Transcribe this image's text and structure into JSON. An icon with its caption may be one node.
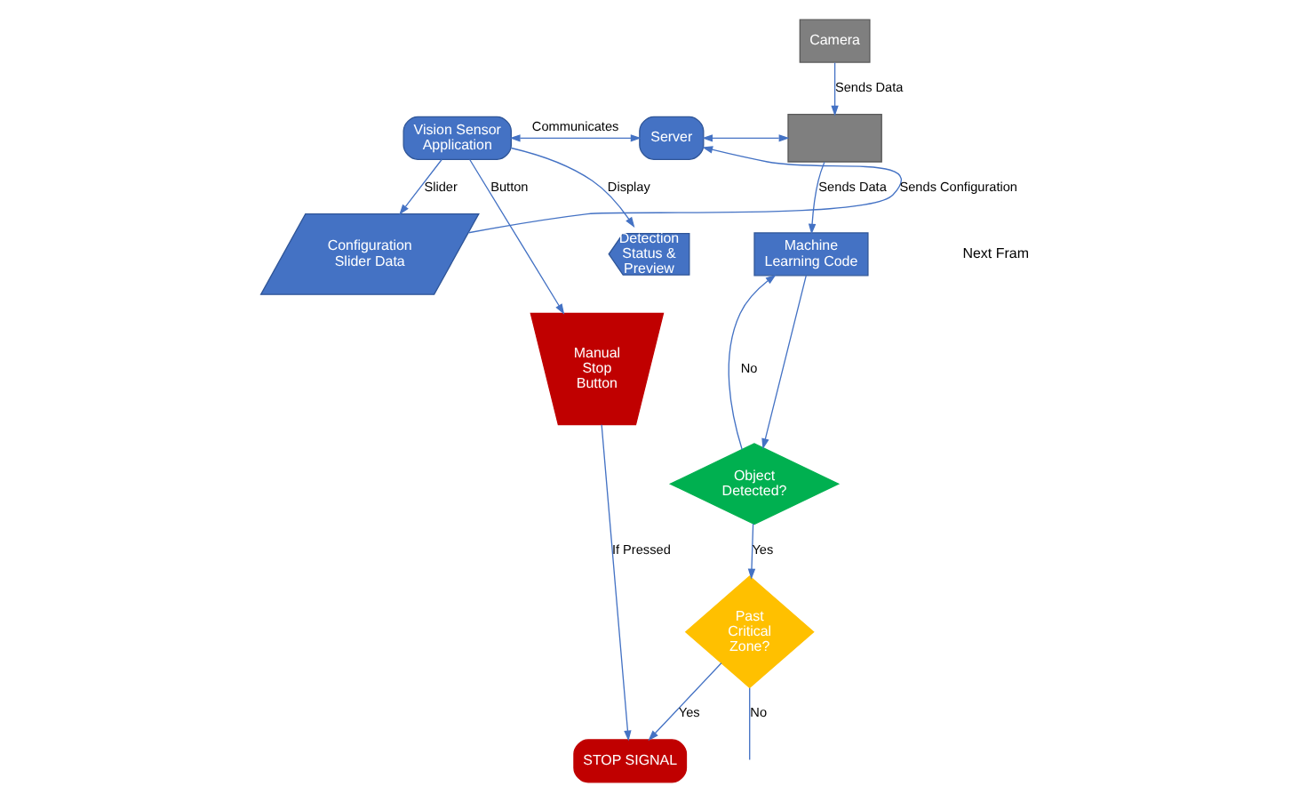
{
  "diagram": {
    "nodes": [
      {
        "text": [
          "Camera"
        ]
      },
      {
        "text": [
          "Vision Sensor Application"
        ]
      },
      {
        "text": [
          "Server"
        ]
      },
      {
        "text": [],
        "shape": "box"
      },
      {
        "text": [
          "Machine Learning Code"
        ]
      },
      {
        "text": [
          "Detection Status & Preview"
        ]
      },
      {
        "text": [
          "Configuration Slider Data"
        ]
      },
      {
        "text": [
          "Object Detected?"
        ]
      },
      {
        "text": [
          "Manual Stop Button"
        ]
      },
      {
        "text": [
          "Past Critical Zone?"
        ]
      },
      {
        "text": [
          "STOP SIGNAL"
        ]
      }
    ],
    "edges": [
      {
        "from": 0,
        "to": 3,
        "arrow": "to",
        "label": "Sends Data"
      },
      {
        "from": 1,
        "to": 2,
        "arrow": "both",
        "label": "Communicates"
      },
      {
        "from": 2,
        "to": 3,
        "arrow": "both"
      },
      {
        "from": 3,
        "to": 4,
        "arrow": "to",
        "label": "Sends Data"
      },
      {
        "from": 1,
        "to": 5,
        "arrow": "to",
        "label": "Display"
      },
      {
        "from": 1,
        "to": 6,
        "arrow": "to",
        "label": "Slider"
      },
      {
        "from": 6,
        "to": 2,
        "arrow": "to",
        "label": "Sends Configuration"
      },
      {
        "from": 1,
        "to": 8,
        "arrow": "to",
        "label": "Button"
      },
      {
        "from": 4,
        "to": 7,
        "arrow": "to"
      },
      {
        "from": 7,
        "to": 4,
        "arrow": "to",
        "label": "No"
      },
      {
        "from": 7,
        "to": 9,
        "arrow": "to",
        "label": "Yes"
      },
      {
        "from": 9,
        "to": null,
        "arrow": "none",
        "label": "No"
      },
      {
        "from": 9,
        "to": 10,
        "arrow": "to",
        "label": "Yes"
      },
      {
        "from": 8,
        "to": 10,
        "arrow": "to",
        "label": "If Pressed"
      }
    ],
    "labels": [
      "Next Fram"
    ]
  }
}
